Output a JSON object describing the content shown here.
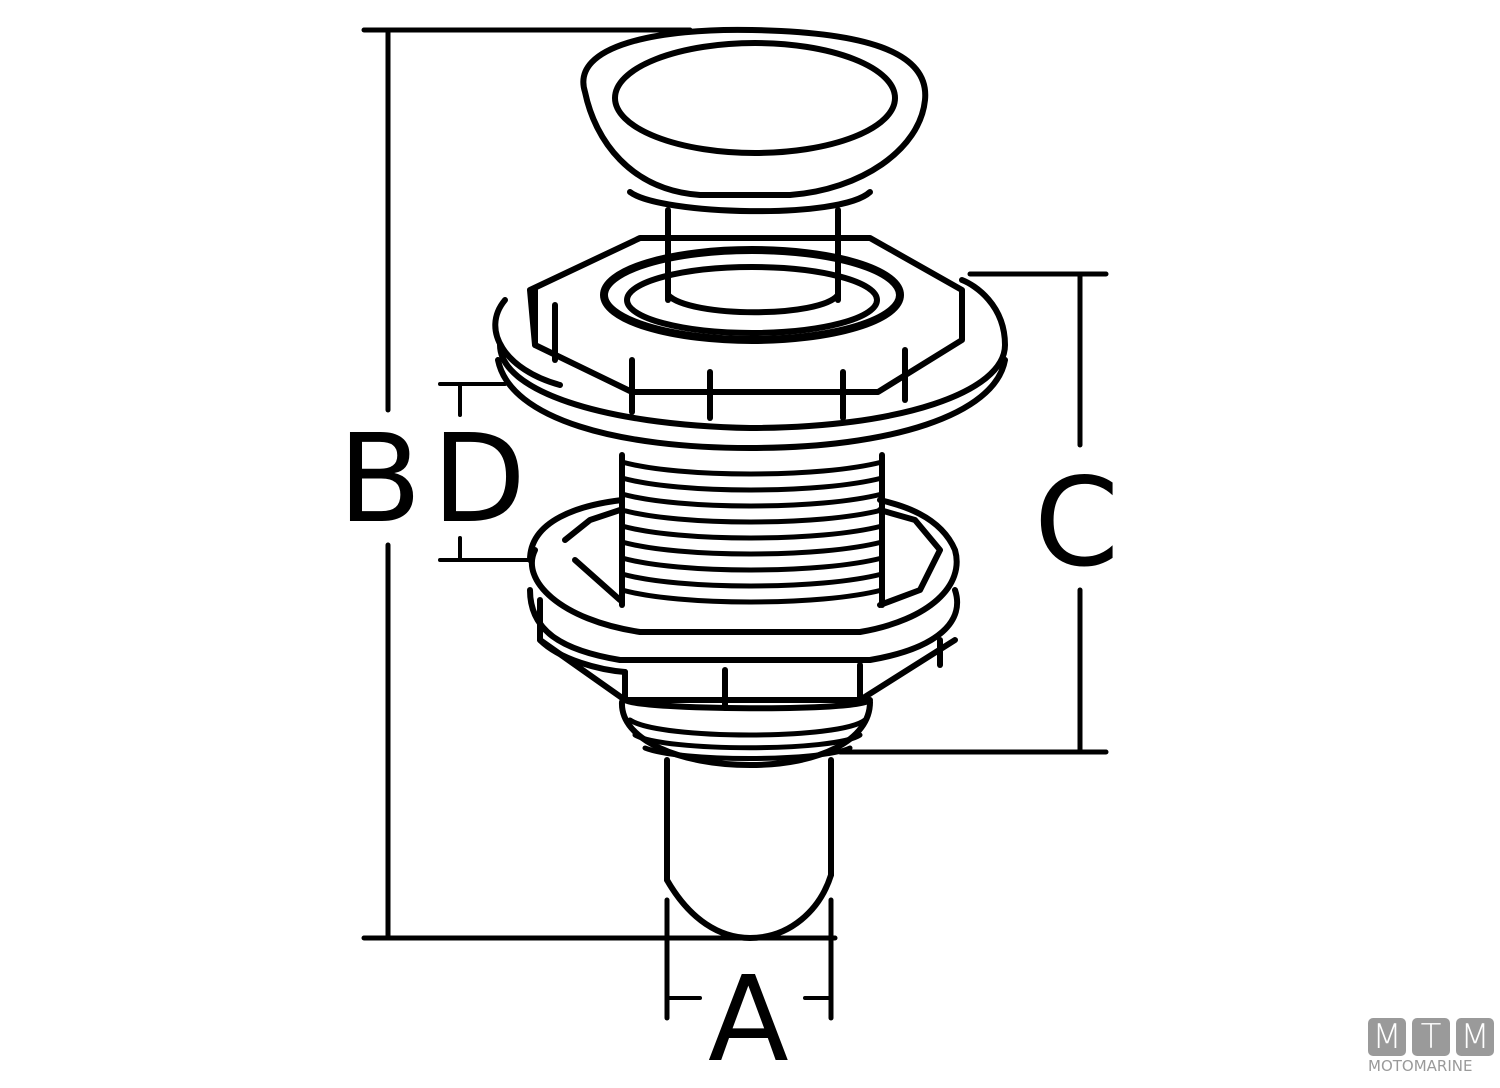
{
  "diagram": {
    "subject": "marine push-button through-hull fitting, technical line drawing",
    "stroke_color": "#000000",
    "background": "#ffffff",
    "dimensions": {
      "a": "A",
      "b": "B",
      "c": "C",
      "d": "D"
    }
  },
  "watermark": {
    "letters": [
      "M",
      "T",
      "M"
    ],
    "brand": "MOTOMARINE",
    "color": "#9a9a9a"
  }
}
